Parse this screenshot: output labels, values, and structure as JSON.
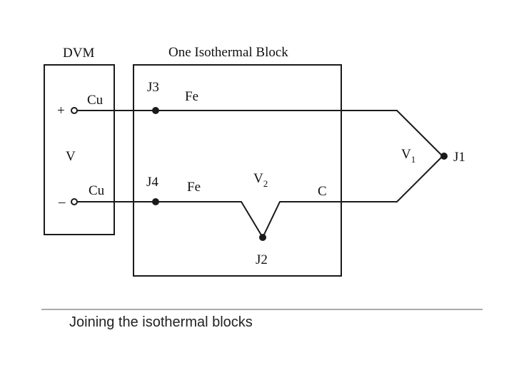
{
  "dvm": {
    "title": "DVM",
    "plus_label": "+",
    "minus_label": "–",
    "voltage_label": "V",
    "top_wire_label": "Cu",
    "bottom_wire_label": "Cu"
  },
  "block": {
    "title": "One Isothermal Block"
  },
  "junctions": {
    "j3": "J3",
    "j4": "J4",
    "j2": "J2",
    "j1": "J1"
  },
  "wires": {
    "fe_top": "Fe",
    "fe_bottom": "Fe",
    "c": "C"
  },
  "voltages": {
    "v1": "V",
    "v1_sub": "1",
    "v2": "V",
    "v2_sub": "2"
  },
  "caption": "Joining the isothermal blocks"
}
